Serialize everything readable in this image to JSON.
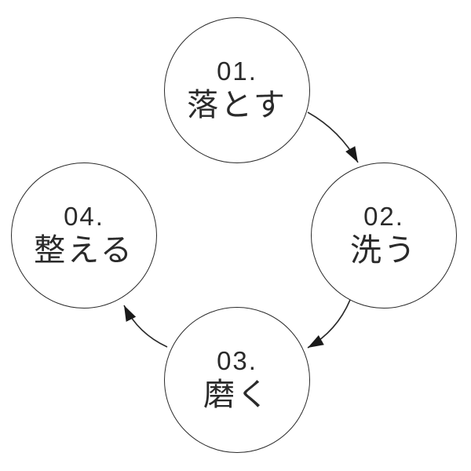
{
  "diagram": {
    "type": "cycle-process",
    "language": "ja",
    "colors": {
      "background": "#ffffff",
      "stroke": "#2a2a2a",
      "text": "#2a2a2a",
      "arrow": "#1a1a1a"
    },
    "steps": [
      {
        "number": "01.",
        "label": "落とす",
        "position": "top"
      },
      {
        "number": "02.",
        "label": "洗う",
        "position": "right"
      },
      {
        "number": "03.",
        "label": "磨く",
        "position": "bottom"
      },
      {
        "number": "04.",
        "label": "整える",
        "position": "left"
      }
    ],
    "arrows": [
      {
        "from": "01",
        "to": "02",
        "direction": "top-to-right"
      },
      {
        "from": "02",
        "to": "03",
        "direction": "right-to-bottom"
      },
      {
        "from": "03",
        "to": "04",
        "direction": "bottom-to-left"
      }
    ]
  }
}
